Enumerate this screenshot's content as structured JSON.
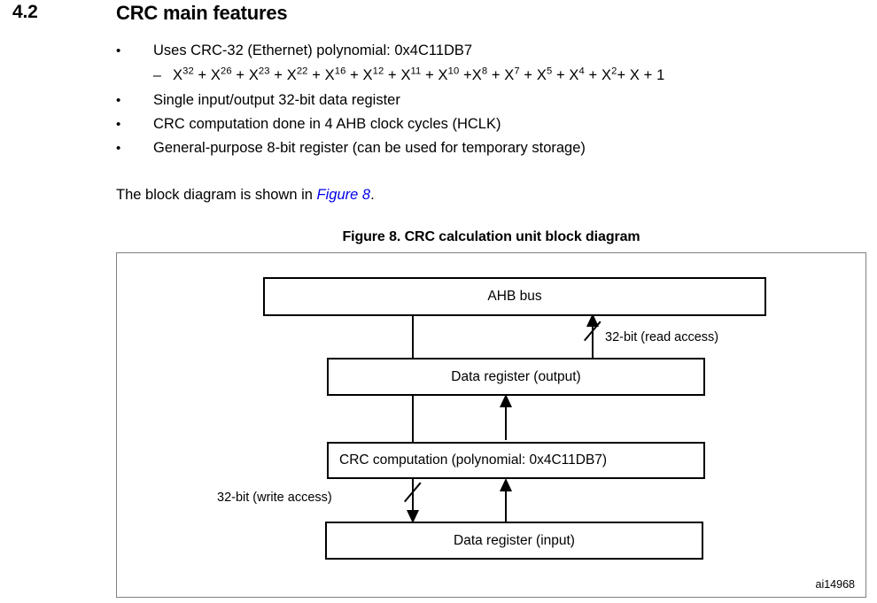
{
  "section": {
    "number": "4.2",
    "title": "CRC main features"
  },
  "features": {
    "bullet_marker": "•",
    "subbullet_marker": "–",
    "items": [
      "Uses CRC-32 (Ethernet) polynomial: 0x4C11DB7",
      "Single input/output 32-bit data register",
      "CRC computation done in 4 AHB clock cycles (HCLK)",
      "General-purpose 8-bit register (can be used for temporary storage)"
    ],
    "polynomial_plain": "X32 + X26 + X23 + X22 + X16 + X12 + X11 + X10 +X8 + X7 + X5 + X4 + X2+ X + 1",
    "polynomial_terms": [
      {
        "base": "X",
        "exp": "32",
        "sep": " + "
      },
      {
        "base": "X",
        "exp": "26",
        "sep": " + "
      },
      {
        "base": "X",
        "exp": "23",
        "sep": " + "
      },
      {
        "base": "X",
        "exp": "22",
        "sep": " + "
      },
      {
        "base": "X",
        "exp": "16",
        "sep": " + "
      },
      {
        "base": "X",
        "exp": "12",
        "sep": " + "
      },
      {
        "base": "X",
        "exp": "11",
        "sep": " + "
      },
      {
        "base": "X",
        "exp": "10",
        "sep": " +"
      },
      {
        "base": "X",
        "exp": "8",
        "sep": " + "
      },
      {
        "base": "X",
        "exp": "7",
        "sep": " + "
      },
      {
        "base": "X",
        "exp": "5",
        "sep": " + "
      },
      {
        "base": "X",
        "exp": "4",
        "sep": " + "
      },
      {
        "base": "X",
        "exp": "2",
        "sep": "+ "
      },
      {
        "base": "X",
        "exp": "",
        "sep": " + "
      },
      {
        "base": "1",
        "exp": "",
        "sep": ""
      }
    ]
  },
  "intro": {
    "before_link": "The block diagram is shown in ",
    "link_text": "Figure 8",
    "after_link": ".",
    "link_color": "#0000ee"
  },
  "figure": {
    "caption": "Figure 8. CRC calculation unit block diagram",
    "id_label": "ai14968",
    "blocks": [
      {
        "name": "ahb-bus",
        "label": "AHB bus"
      },
      {
        "name": "data-register-output",
        "label": "Data register (output)"
      },
      {
        "name": "crc-computation",
        "label": "CRC computation (polynomial: 0x4C11DB7)"
      },
      {
        "name": "data-register-input",
        "label": "Data register (input)"
      }
    ],
    "labels": {
      "read_access": "32-bit (read access)",
      "write_access": "32-bit (write access)"
    },
    "frame_border_color": "#808080",
    "box_border_color": "#000000"
  }
}
